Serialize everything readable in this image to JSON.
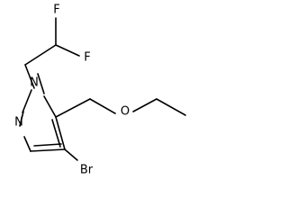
{
  "molecule": {
    "atoms": {
      "F_top": "F",
      "F_right": "F",
      "N1": "N",
      "N2": "N",
      "O": "O",
      "Br": "Br"
    }
  }
}
